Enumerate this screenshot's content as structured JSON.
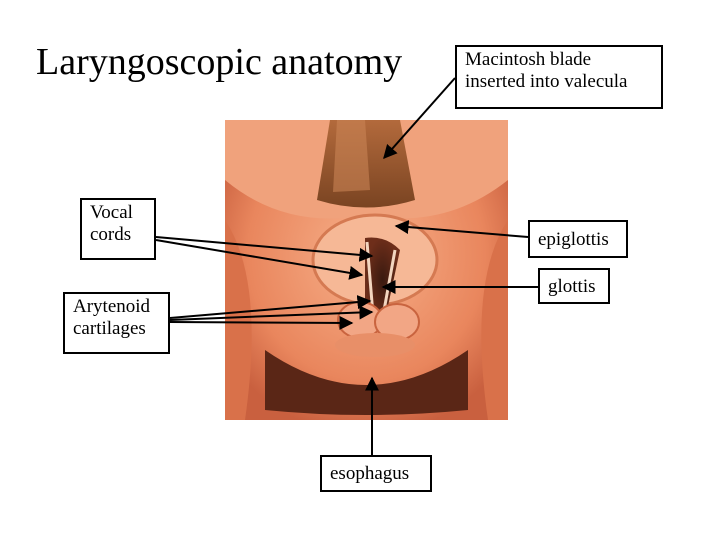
{
  "title": "Laryngoscopic anatomy",
  "labels": {
    "macintosh_line1": "Macintosh blade",
    "macintosh_line2": "inserted into valecula",
    "vocal_line1": "Vocal",
    "vocal_line2": "cords",
    "epiglottis": "epiglottis",
    "glottis": "glottis",
    "arytenoid_line1": "Arytenoid",
    "arytenoid_line2": "cartilages",
    "esophagus": "esophagus"
  }
}
